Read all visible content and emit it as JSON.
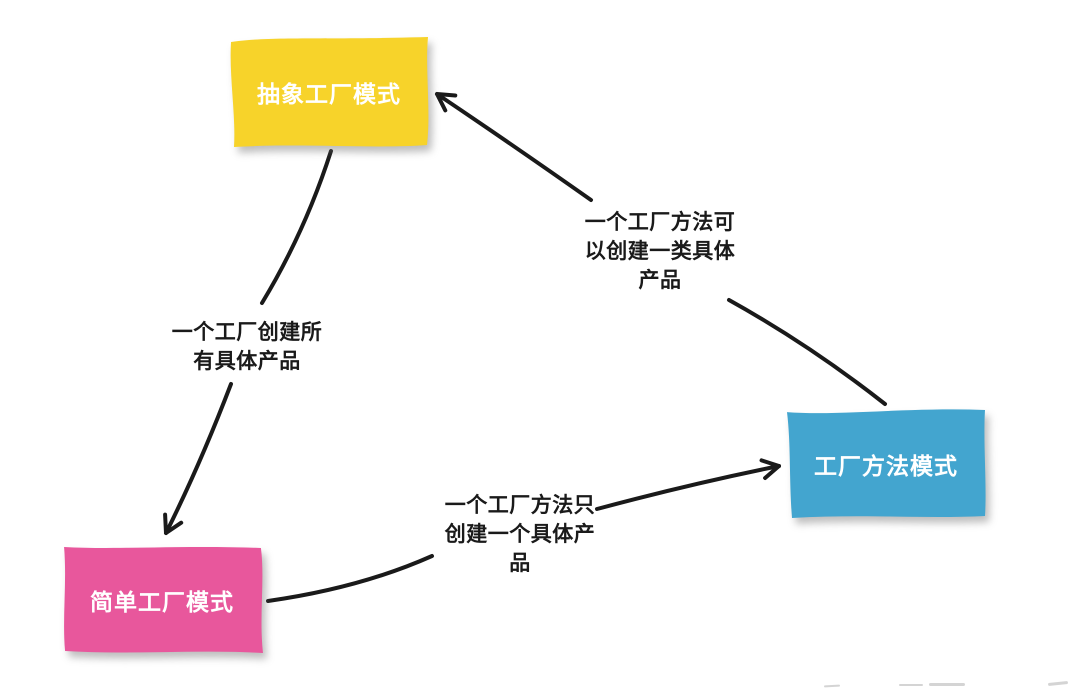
{
  "diagram": {
    "background_color": "#ffffff",
    "arrow_color": "#1a1a1a",
    "label_text_color": "#1a1a1a",
    "nodes": [
      {
        "id": "abstract-factory-pattern",
        "label": "抽象工厂模式",
        "color": "#f7d32a",
        "text_color": "#ffffff"
      },
      {
        "id": "simple-factory-pattern",
        "label": "简单工厂模式",
        "color": "#e8579c",
        "text_color": "#ffffff"
      },
      {
        "id": "factory-method-pattern",
        "label": "工厂方法模式",
        "color": "#43a5cf",
        "text_color": "#ffffff"
      }
    ],
    "edges": [
      {
        "from": "抽象工厂模式",
        "to": "简单工厂模式",
        "label": "一个工厂创建所\n有具体产品"
      },
      {
        "from": "工厂方法模式",
        "to": "抽象工厂模式",
        "label": "一个工厂方法可\n以创建一类具体\n产品"
      },
      {
        "from": "简单工厂模式",
        "to": "工厂方法模式",
        "label": "一个工厂方法只\n创建一个具体产\n品"
      }
    ]
  }
}
